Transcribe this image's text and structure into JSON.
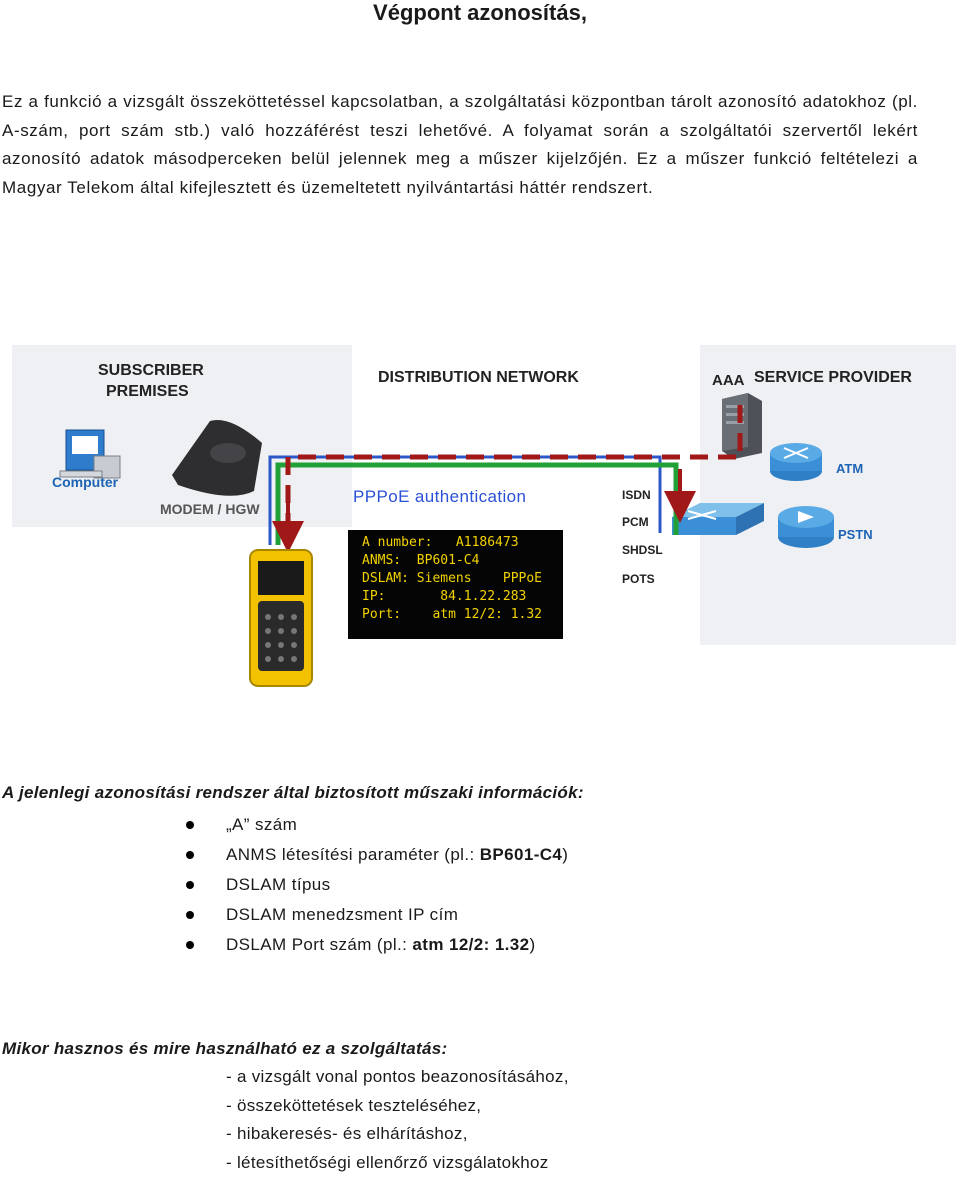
{
  "title": "Végpont azonosítás,",
  "intro": "Ez a funkció a vizsgált összeköttetéssel kapcsolatban, a szolgáltatási központban tárolt azonosító adatokhoz (pl. A-szám, port szám stb.) való hozzáférést teszi lehetővé. A folyamat során a szolgáltatói szervertől lekért azonosító adatok másodperceken belül jelennek meg a műszer kijelzőjén. Ez a műszer funkció feltételezi a Magyar Telekom által kifejlesztett és üzemeltetett nyilvántartási háttér rendszert.",
  "diagram": {
    "subscriber_premises": [
      "SUBSCRIBER",
      "PREMISES"
    ],
    "distribution_network": "DISTRIBUTION NETWORK",
    "aaa": "AAA",
    "service_provider": "SERVICE PROVIDER",
    "computer": "Computer",
    "modem": "MODEM / HGW",
    "pppoe": "PPPoE authentication",
    "atm": "ATM",
    "pstn": "PSTN",
    "isdn": "ISDN",
    "pcm": "PCM",
    "shdsl": "SHDSL",
    "pots": "POTS",
    "lcd": {
      "line1": "A number:   A1186473",
      "line2": "ANMS:  BP601-C4",
      "line3": "DSLAM: Siemens    PPPoE",
      "line4": "IP:       84.1.22.283",
      "line5": "Port:    atm 12/2: 1.32"
    },
    "colors": {
      "red": "#a01818",
      "green": "#22a038",
      "blue": "#2b57c8",
      "lcd_text": "#f2d200",
      "device_yellow": "#f2c200"
    }
  },
  "info_heading": "A jelenlegi azonosítási rendszer által biztosított műszaki információk:",
  "info_items": {
    "a_szam": "„A” szám",
    "anms_prefix": "ANMS létesítési paraméter (pl.: ",
    "anms_bold": "BP601-C4",
    "anms_suffix": ")",
    "dslam_type": "DSLAM típus",
    "dslam_ip": "DSLAM menedzsment IP cím",
    "port_prefix": "DSLAM Port szám (pl.: ",
    "port_bold": "atm 12/2: 1.32",
    "port_suffix": ")"
  },
  "usage_heading": "Mikor hasznos és mire használható ez a szolgáltatás:",
  "usage_items": [
    "- a vizsgált vonal pontos beazonosításához,",
    "- összeköttetések teszteléséhez,",
    "- hibakeresés- és elhárításhoz,",
    "- létesíthetőségi ellenőrző vizsgálatokhoz"
  ]
}
